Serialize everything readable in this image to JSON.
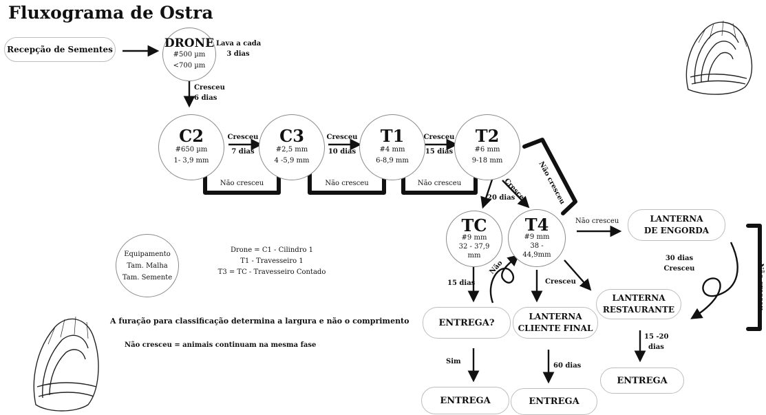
{
  "title": "Fluxograma de Ostra",
  "reception": "Recepção de Sementes",
  "drone": {
    "name": "DRONE",
    "l1": "#500 µm",
    "l2": "<700 µm",
    "wash": "Lava a cada",
    "wash2": "3 dias"
  },
  "edge_drone_c2": {
    "l1": "Cresceu",
    "l2": "6 dias"
  },
  "c2": {
    "name": "C2",
    "l1": "#650 µm",
    "l2": "1- 3,9 mm"
  },
  "c3": {
    "name": "C3",
    "l1": "#2,5 mm",
    "l2": "4 -5,9 mm"
  },
  "t1": {
    "name": "T1",
    "l1": "#4 mm",
    "l2": "6-8,9 mm"
  },
  "t2": {
    "name": "T2",
    "l1": "#6 mm",
    "l2": "9-18 mm"
  },
  "tc": {
    "name": "TC",
    "l1": "#9 mm",
    "l2": "32 - 37,9",
    "l3": "mm"
  },
  "t4": {
    "name": "T4",
    "l1": "#9 mm",
    "l2": "38 -",
    "l3": "44,9mm"
  },
  "edge_c2_c3": {
    "l1": "Cresceu",
    "l2": "7 dias"
  },
  "edge_c3_t1": {
    "l1": "Cresceu",
    "l2": "10 dias"
  },
  "edge_t1_t2": {
    "l1": "Cresceu",
    "l2": "15 dias"
  },
  "edge_t2_t4": {
    "l1": "Cresceu"
  },
  "edge_20dias": "20 dias",
  "nao_cresceu": "Não cresceu",
  "nao": "Não",
  "lanterna_engorda": {
    "l1": "LANTERNA",
    "l2": "DE ENGORDA"
  },
  "lanterna_restaurante": {
    "l1": "LANTERNA",
    "l2": "RESTAURANTE"
  },
  "lanterna_cliente": {
    "l1": "LANTERNA",
    "l2": "CLIENTE FINAL"
  },
  "entrega_q": "ENTREGA?",
  "entrega": "ENTREGA",
  "edge_30dias": {
    "l1": "30 dias",
    "l2": "Cresceu"
  },
  "edge_15_20": {
    "l1": "15 -20",
    "l2": "dias"
  },
  "edge_15dias": "15 dias",
  "edge_60dias": "60 dias",
  "edge_cresceu": "Cresceu",
  "sim": "Sim",
  "legend_circle": {
    "l1": "Equipamento",
    "l2": "Tam. Malha",
    "l3": "Tam. Semente"
  },
  "legend_text": {
    "l1": "Drone = C1 - Cilindro 1",
    "l2": "T1 - Travesseiro 1",
    "l3": "T3 = TC - Travesseiro Contado"
  },
  "note1": "A furação para classificação determina a largura e não o comprimento",
  "note2": "Não cresceu = animais continuam na mesma fase"
}
